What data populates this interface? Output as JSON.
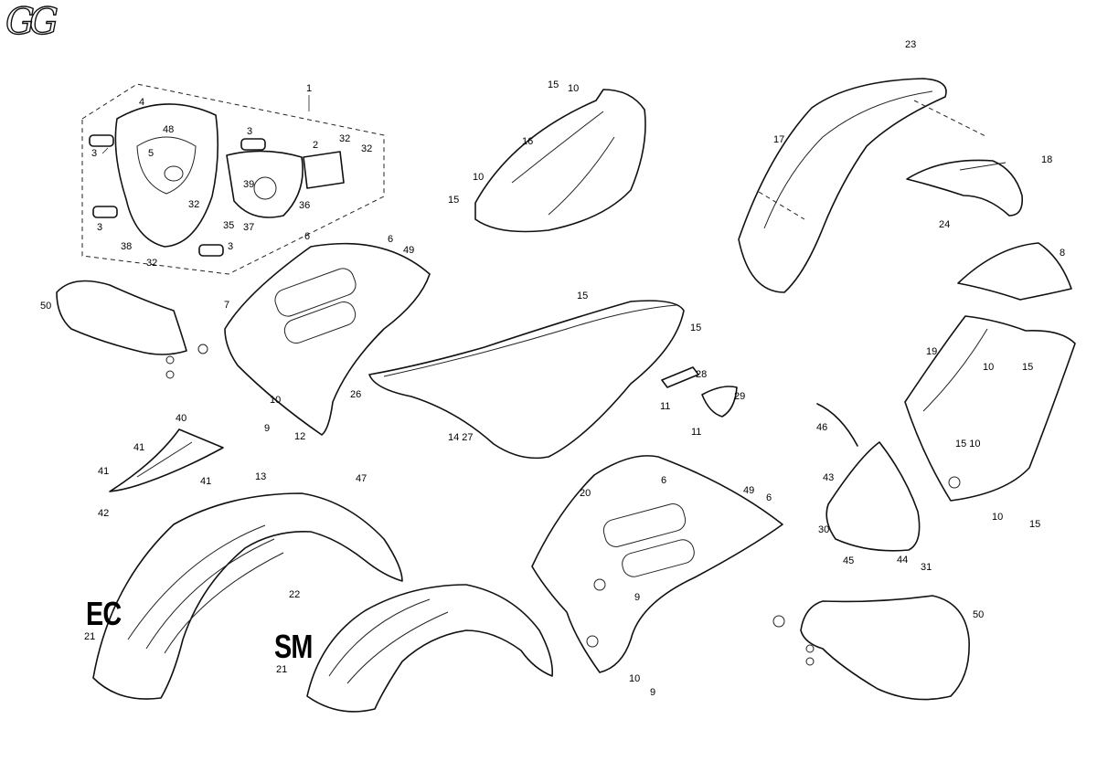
{
  "logo": {
    "text": "GG"
  },
  "variants": {
    "ec": "EC",
    "sm": "SM"
  },
  "callouts": [
    {
      "id": "c1",
      "text": "1"
    },
    {
      "id": "c4",
      "text": "4"
    },
    {
      "id": "c48",
      "text": "48"
    },
    {
      "id": "c3a",
      "text": "3"
    },
    {
      "id": "c5",
      "text": "5"
    },
    {
      "id": "c3b",
      "text": "3"
    },
    {
      "id": "c2",
      "text": "2"
    },
    {
      "id": "c32a",
      "text": "32"
    },
    {
      "id": "c32b",
      "text": "32"
    },
    {
      "id": "c39",
      "text": "39"
    },
    {
      "id": "c32c",
      "text": "32"
    },
    {
      "id": "c36",
      "text": "36"
    },
    {
      "id": "c3c",
      "text": "3"
    },
    {
      "id": "c35",
      "text": "35"
    },
    {
      "id": "c37",
      "text": "37"
    },
    {
      "id": "c38",
      "text": "38"
    },
    {
      "id": "c3d",
      "text": "3"
    },
    {
      "id": "c32d",
      "text": "32"
    },
    {
      "id": "c15a",
      "text": "15"
    },
    {
      "id": "c10a",
      "text": "10"
    },
    {
      "id": "c16",
      "text": "16"
    },
    {
      "id": "c10b",
      "text": "10"
    },
    {
      "id": "c15b",
      "text": "15"
    },
    {
      "id": "c23",
      "text": "23"
    },
    {
      "id": "c17",
      "text": "17"
    },
    {
      "id": "c18",
      "text": "18"
    },
    {
      "id": "c24",
      "text": "24"
    },
    {
      "id": "c8",
      "text": "8"
    },
    {
      "id": "c6a",
      "text": "6"
    },
    {
      "id": "c6b",
      "text": "6"
    },
    {
      "id": "c49a",
      "text": "49"
    },
    {
      "id": "c50a",
      "text": "50"
    },
    {
      "id": "c7",
      "text": "7"
    },
    {
      "id": "c15c",
      "text": "15"
    },
    {
      "id": "c15d",
      "text": "15"
    },
    {
      "id": "c28",
      "text": "28"
    },
    {
      "id": "c29",
      "text": "29"
    },
    {
      "id": "c11a",
      "text": "11"
    },
    {
      "id": "c11b",
      "text": "11"
    },
    {
      "id": "c26",
      "text": "26"
    },
    {
      "id": "c10c",
      "text": "10"
    },
    {
      "id": "c9a",
      "text": "9"
    },
    {
      "id": "c1427",
      "text": "14 27"
    },
    {
      "id": "c19",
      "text": "19"
    },
    {
      "id": "c10d",
      "text": "10"
    },
    {
      "id": "c15e",
      "text": "15"
    },
    {
      "id": "c46",
      "text": "46"
    },
    {
      "id": "c1510",
      "text": "15 10"
    },
    {
      "id": "c40",
      "text": "40"
    },
    {
      "id": "c41a",
      "text": "41"
    },
    {
      "id": "c41b",
      "text": "41"
    },
    {
      "id": "c41c",
      "text": "41"
    },
    {
      "id": "c42",
      "text": "42"
    },
    {
      "id": "c12",
      "text": "12"
    },
    {
      "id": "c13",
      "text": "13"
    },
    {
      "id": "c47",
      "text": "47"
    },
    {
      "id": "c6c",
      "text": "6"
    },
    {
      "id": "c49b",
      "text": "49"
    },
    {
      "id": "c6d",
      "text": "6"
    },
    {
      "id": "c20",
      "text": "20"
    },
    {
      "id": "c43",
      "text": "43"
    },
    {
      "id": "c30",
      "text": "30"
    },
    {
      "id": "c45",
      "text": "45"
    },
    {
      "id": "c44",
      "text": "44"
    },
    {
      "id": "c31",
      "text": "31"
    },
    {
      "id": "c10e",
      "text": "10"
    },
    {
      "id": "c15f",
      "text": "15"
    },
    {
      "id": "c22",
      "text": "22"
    },
    {
      "id": "c21a",
      "text": "21"
    },
    {
      "id": "c21b",
      "text": "21"
    },
    {
      "id": "c9b",
      "text": "9"
    },
    {
      "id": "c10f",
      "text": "10"
    },
    {
      "id": "c9c",
      "text": "9"
    },
    {
      "id": "c50b",
      "text": "50"
    }
  ]
}
